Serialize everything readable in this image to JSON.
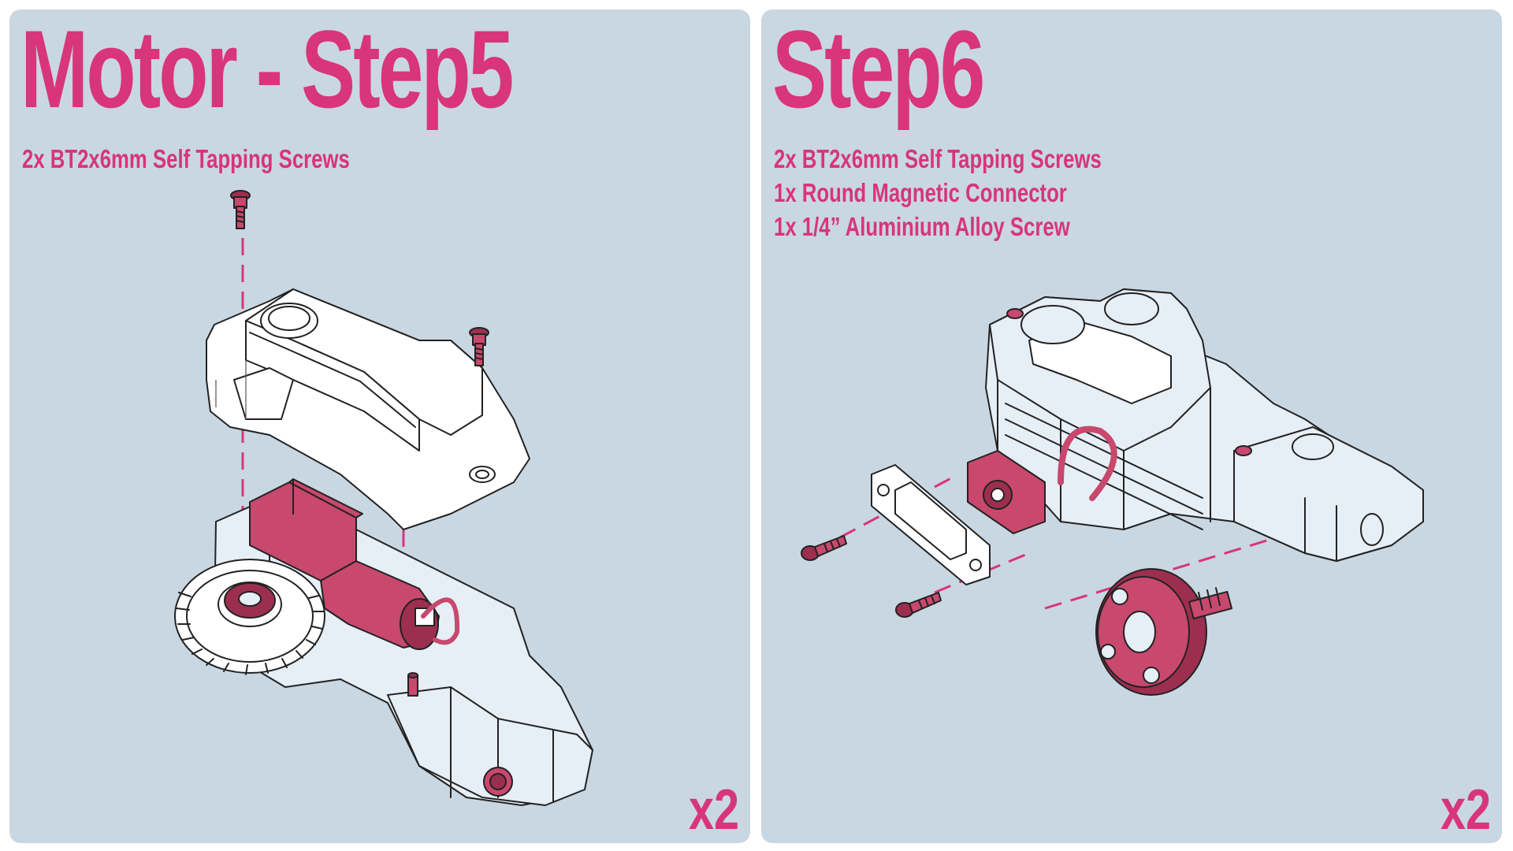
{
  "steps": [
    {
      "title": "Motor - Step5",
      "parts": [
        "2x BT2x6mm Self Tapping Screws"
      ],
      "quantity": "x2"
    },
    {
      "title": "Step6",
      "parts": [
        "2x BT2x6mm Self Tapping Screws",
        "1x Round Magnetic Connector",
        "1x 1/4” Aluminium Alloy Screw"
      ],
      "quantity": "x2"
    }
  ],
  "colors": {
    "accent": "#d8357a",
    "panel_bg": "#c9d7e2",
    "part_highlight": "#c8486e",
    "housing": "#e6eef6"
  }
}
